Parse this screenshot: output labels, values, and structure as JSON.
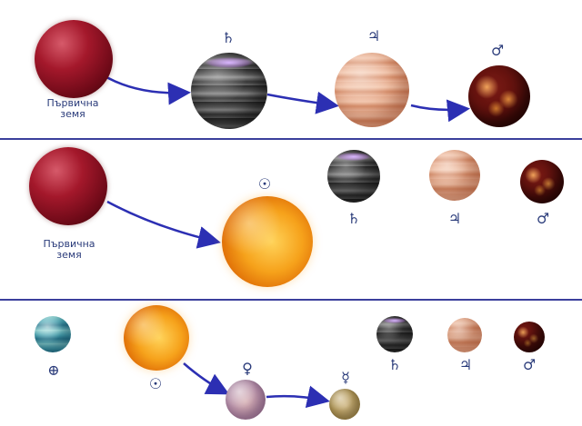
{
  "rows": [
    {
      "primordial_label": "Първична\nземя",
      "symbols": {
        "saturn": "♄",
        "jupiter": "♃",
        "mars": "♂"
      }
    },
    {
      "primordial_label": "Първична\nземя",
      "symbols": {
        "sun": "☉",
        "saturn": "♄",
        "jupiter": "♃",
        "mars": "♂"
      }
    },
    {
      "symbols": {
        "earth": "⊕",
        "sun": "☉",
        "venus": "♀",
        "mercury": "☿",
        "saturn": "♄",
        "jupiter": "♃",
        "mars": "♂"
      }
    }
  ],
  "colors": {
    "divider": "#3b3f9c",
    "arrow": "#2c2fb3",
    "text": "#2a3b7a"
  },
  "icons": {
    "saturn": "saturn-symbol",
    "jupiter": "jupiter-symbol",
    "mars": "mars-symbol",
    "sun": "sun-symbol",
    "venus": "venus-symbol",
    "mercury": "mercury-symbol",
    "earth": "earth-symbol"
  }
}
